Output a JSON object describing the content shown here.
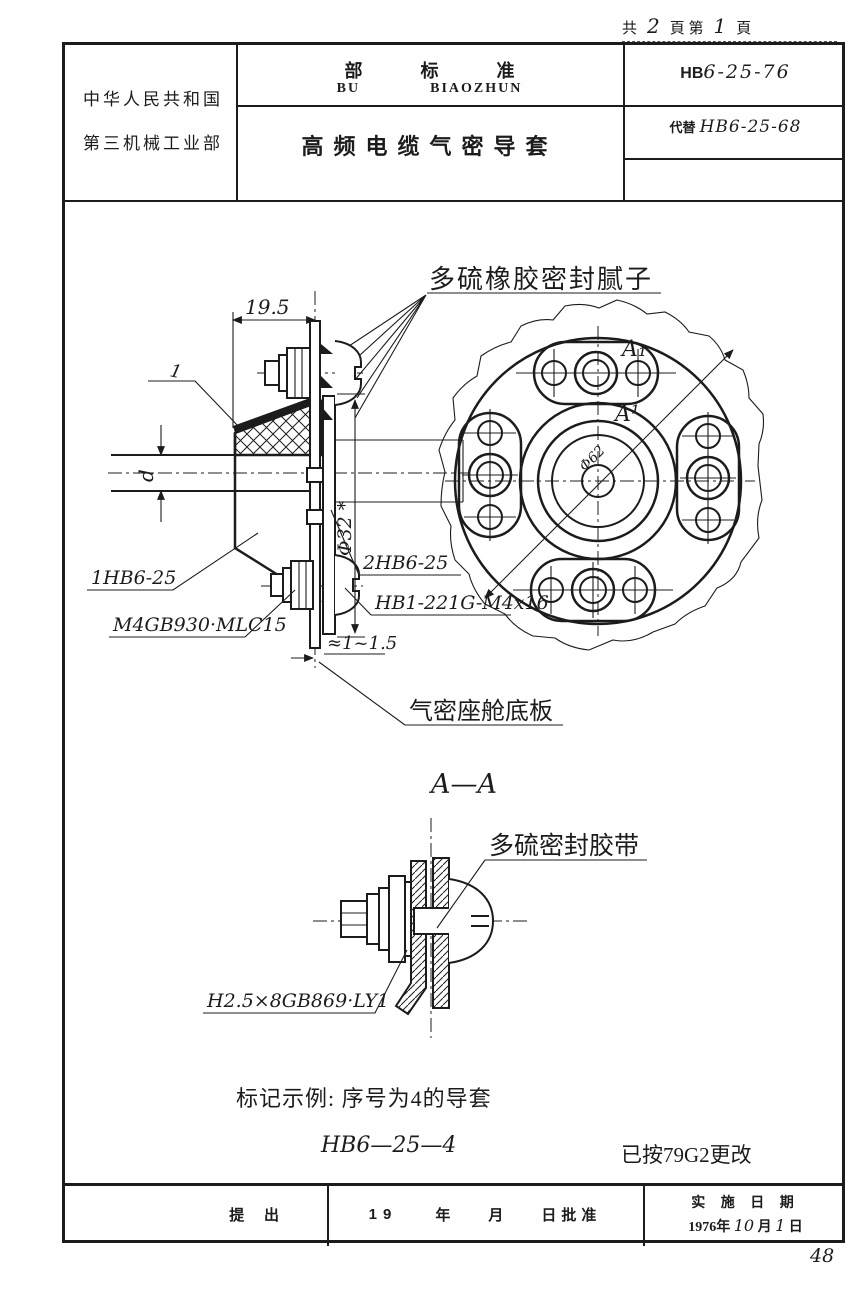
{
  "colors": {
    "ink": "#1c1c1c",
    "paper": "#ffffff"
  },
  "page_info": {
    "total_label": "共",
    "total_value": "2",
    "middle_label": "頁 第",
    "page_value": "1",
    "page_label": "頁"
  },
  "page_number": "48",
  "header": {
    "country": "中华人民共和国",
    "ministry": "第三机械工业部",
    "std_cn_1": "部",
    "std_cn_2": "标",
    "std_cn_3": "准",
    "std_py_1": "BU",
    "std_py_2": "BIAOZHUN",
    "title": "高频电缆气密导套",
    "code_prefix": "HB",
    "code_number": "6-25-76",
    "replace_label": "代替",
    "replace_code": "HB6-25-68"
  },
  "drawing": {
    "putty_callout": "多硫橡胶密封腻子",
    "dim_width": "19.5",
    "dim_cable_dia": "d",
    "dim_flange_dia": "Φ32 *",
    "part_tick": "1",
    "label_part1": "1HB6-25",
    "label_screw": "M4GB930·MLC15",
    "label_part2": "2HB6-25",
    "label_nut": "HB1-221G-M4x16",
    "dim_gap": "≈1~1.5",
    "label_base_plate": "气密座舱底板",
    "section_mark_top": "A₁",
    "section_mark_bottom": "A¹",
    "dim_bolt_circle": "Φ62",
    "section_title": "A—A",
    "label_tape": "多硫密封胶带",
    "label_rivet": "H2.5×8GB869·LY1",
    "note_example_label": "标记示例: 序号为4的导套",
    "note_example_code": "HB6—25—4",
    "note_revision": "已按79G2更改"
  },
  "footer": {
    "submit_label": "提 出",
    "approve_num": "19",
    "approve_year": "年",
    "approve_month": "月",
    "approve_day": "日批准",
    "impl_label": "实 施 日 期",
    "impl_year_num": "1976",
    "impl_year": "年",
    "impl_month_num": "10",
    "impl_month": "月",
    "impl_day_num": "1",
    "impl_day": "日"
  }
}
